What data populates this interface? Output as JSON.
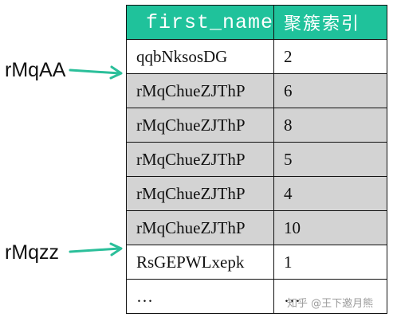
{
  "labels": {
    "top": "rMqAA",
    "bottom": "rMqzz"
  },
  "table": {
    "headers": [
      "first_name",
      "聚簇索引"
    ],
    "rows": [
      {
        "name": "qqbNksosDG",
        "index": "2",
        "shaded": false
      },
      {
        "name": "rMqChueZJThP",
        "index": "6",
        "shaded": true
      },
      {
        "name": "rMqChueZJThP",
        "index": "8",
        "shaded": true
      },
      {
        "name": "rMqChueZJThP",
        "index": "5",
        "shaded": true
      },
      {
        "name": "rMqChueZJThP",
        "index": "4",
        "shaded": true
      },
      {
        "name": "rMqChueZJThP",
        "index": "10",
        "shaded": true
      },
      {
        "name": "RsGEPWLxepk",
        "index": "1",
        "shaded": false
      },
      {
        "name": "…",
        "index": "…",
        "shaded": false
      }
    ]
  },
  "watermark": "知乎 @王下邀月熊",
  "colors": {
    "header_bg": "#1fc29b",
    "shaded_row": "#d3d3d3",
    "arrow": "#2bbf9a"
  }
}
